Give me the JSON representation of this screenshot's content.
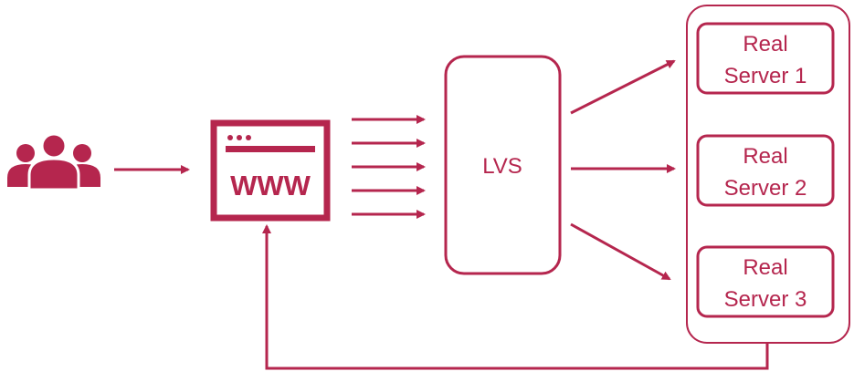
{
  "diagram": {
    "colors": {
      "primary": "#b5264e",
      "background": "#ffffff"
    },
    "users": {
      "icon": "users-group-icon"
    },
    "website": {
      "icon": "browser-window-icon",
      "label": "WWW"
    },
    "load_balancer": {
      "label": "LVS"
    },
    "servers": [
      {
        "line1": "Real",
        "line2": "Server 1"
      },
      {
        "line1": "Real",
        "line2": "Server 2"
      },
      {
        "line1": "Real",
        "line2": "Server 3"
      }
    ]
  }
}
